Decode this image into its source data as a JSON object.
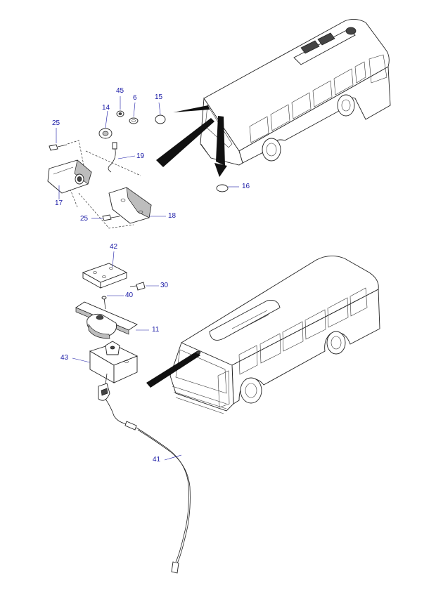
{
  "callouts": {
    "c45": "45",
    "c6": "6",
    "c15": "15",
    "c14": "14",
    "c25a": "25",
    "c19": "19",
    "c17": "17",
    "c16": "16",
    "c25b": "25",
    "c18": "18",
    "c42": "42",
    "c30": "30",
    "c40": "40",
    "c11": "11",
    "c43": "43",
    "c41": "41"
  },
  "colors": {
    "callout_text": "#1a1aa6",
    "line_art": "#222222",
    "background": "#ffffff"
  }
}
